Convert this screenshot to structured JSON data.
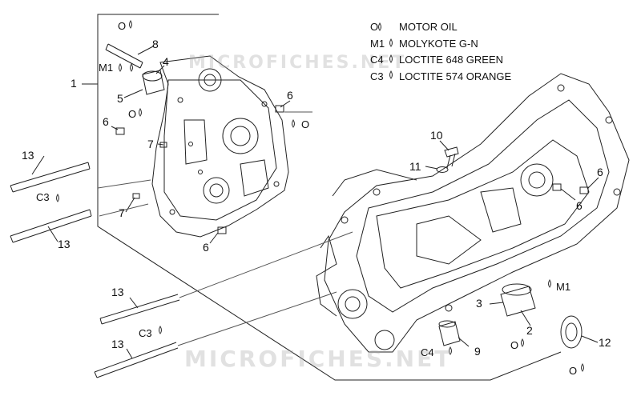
{
  "legend": [
    {
      "symbol": "O",
      "text": "MOTOR OIL"
    },
    {
      "symbol": "M1",
      "text": "MOLYKOTE G-N"
    },
    {
      "symbol": "C4",
      "text": "LOCTITE 648 GREEN"
    },
    {
      "symbol": "C3",
      "text": "LOCTITE 574 ORANGE"
    }
  ],
  "callouts": {
    "p1": "1",
    "p2": "2",
    "p3": "3",
    "p4": "4",
    "p5": "5",
    "p6a": "6",
    "p6b": "6",
    "p6c": "6",
    "p6d": "6",
    "p6e": "6",
    "p7a": "7",
    "p7b": "7",
    "p8": "8",
    "p9": "9",
    "p10": "10",
    "p11": "11",
    "p12": "12",
    "p13a": "13",
    "p13b": "13",
    "p13c": "13",
    "p13d": "13"
  },
  "symbols": {
    "o_top": "O",
    "m1_left": "M1",
    "o_left": "O",
    "o_right": "O",
    "c3_left": "C3",
    "c3_bottom": "C3",
    "m1_right": "M1",
    "o_bottom": "O",
    "c4_bottom": "C4",
    "o_seal": "O"
  },
  "watermark": {
    "top": "MICROFICHES.NET",
    "bottom": "MICROFICHES.NET"
  }
}
